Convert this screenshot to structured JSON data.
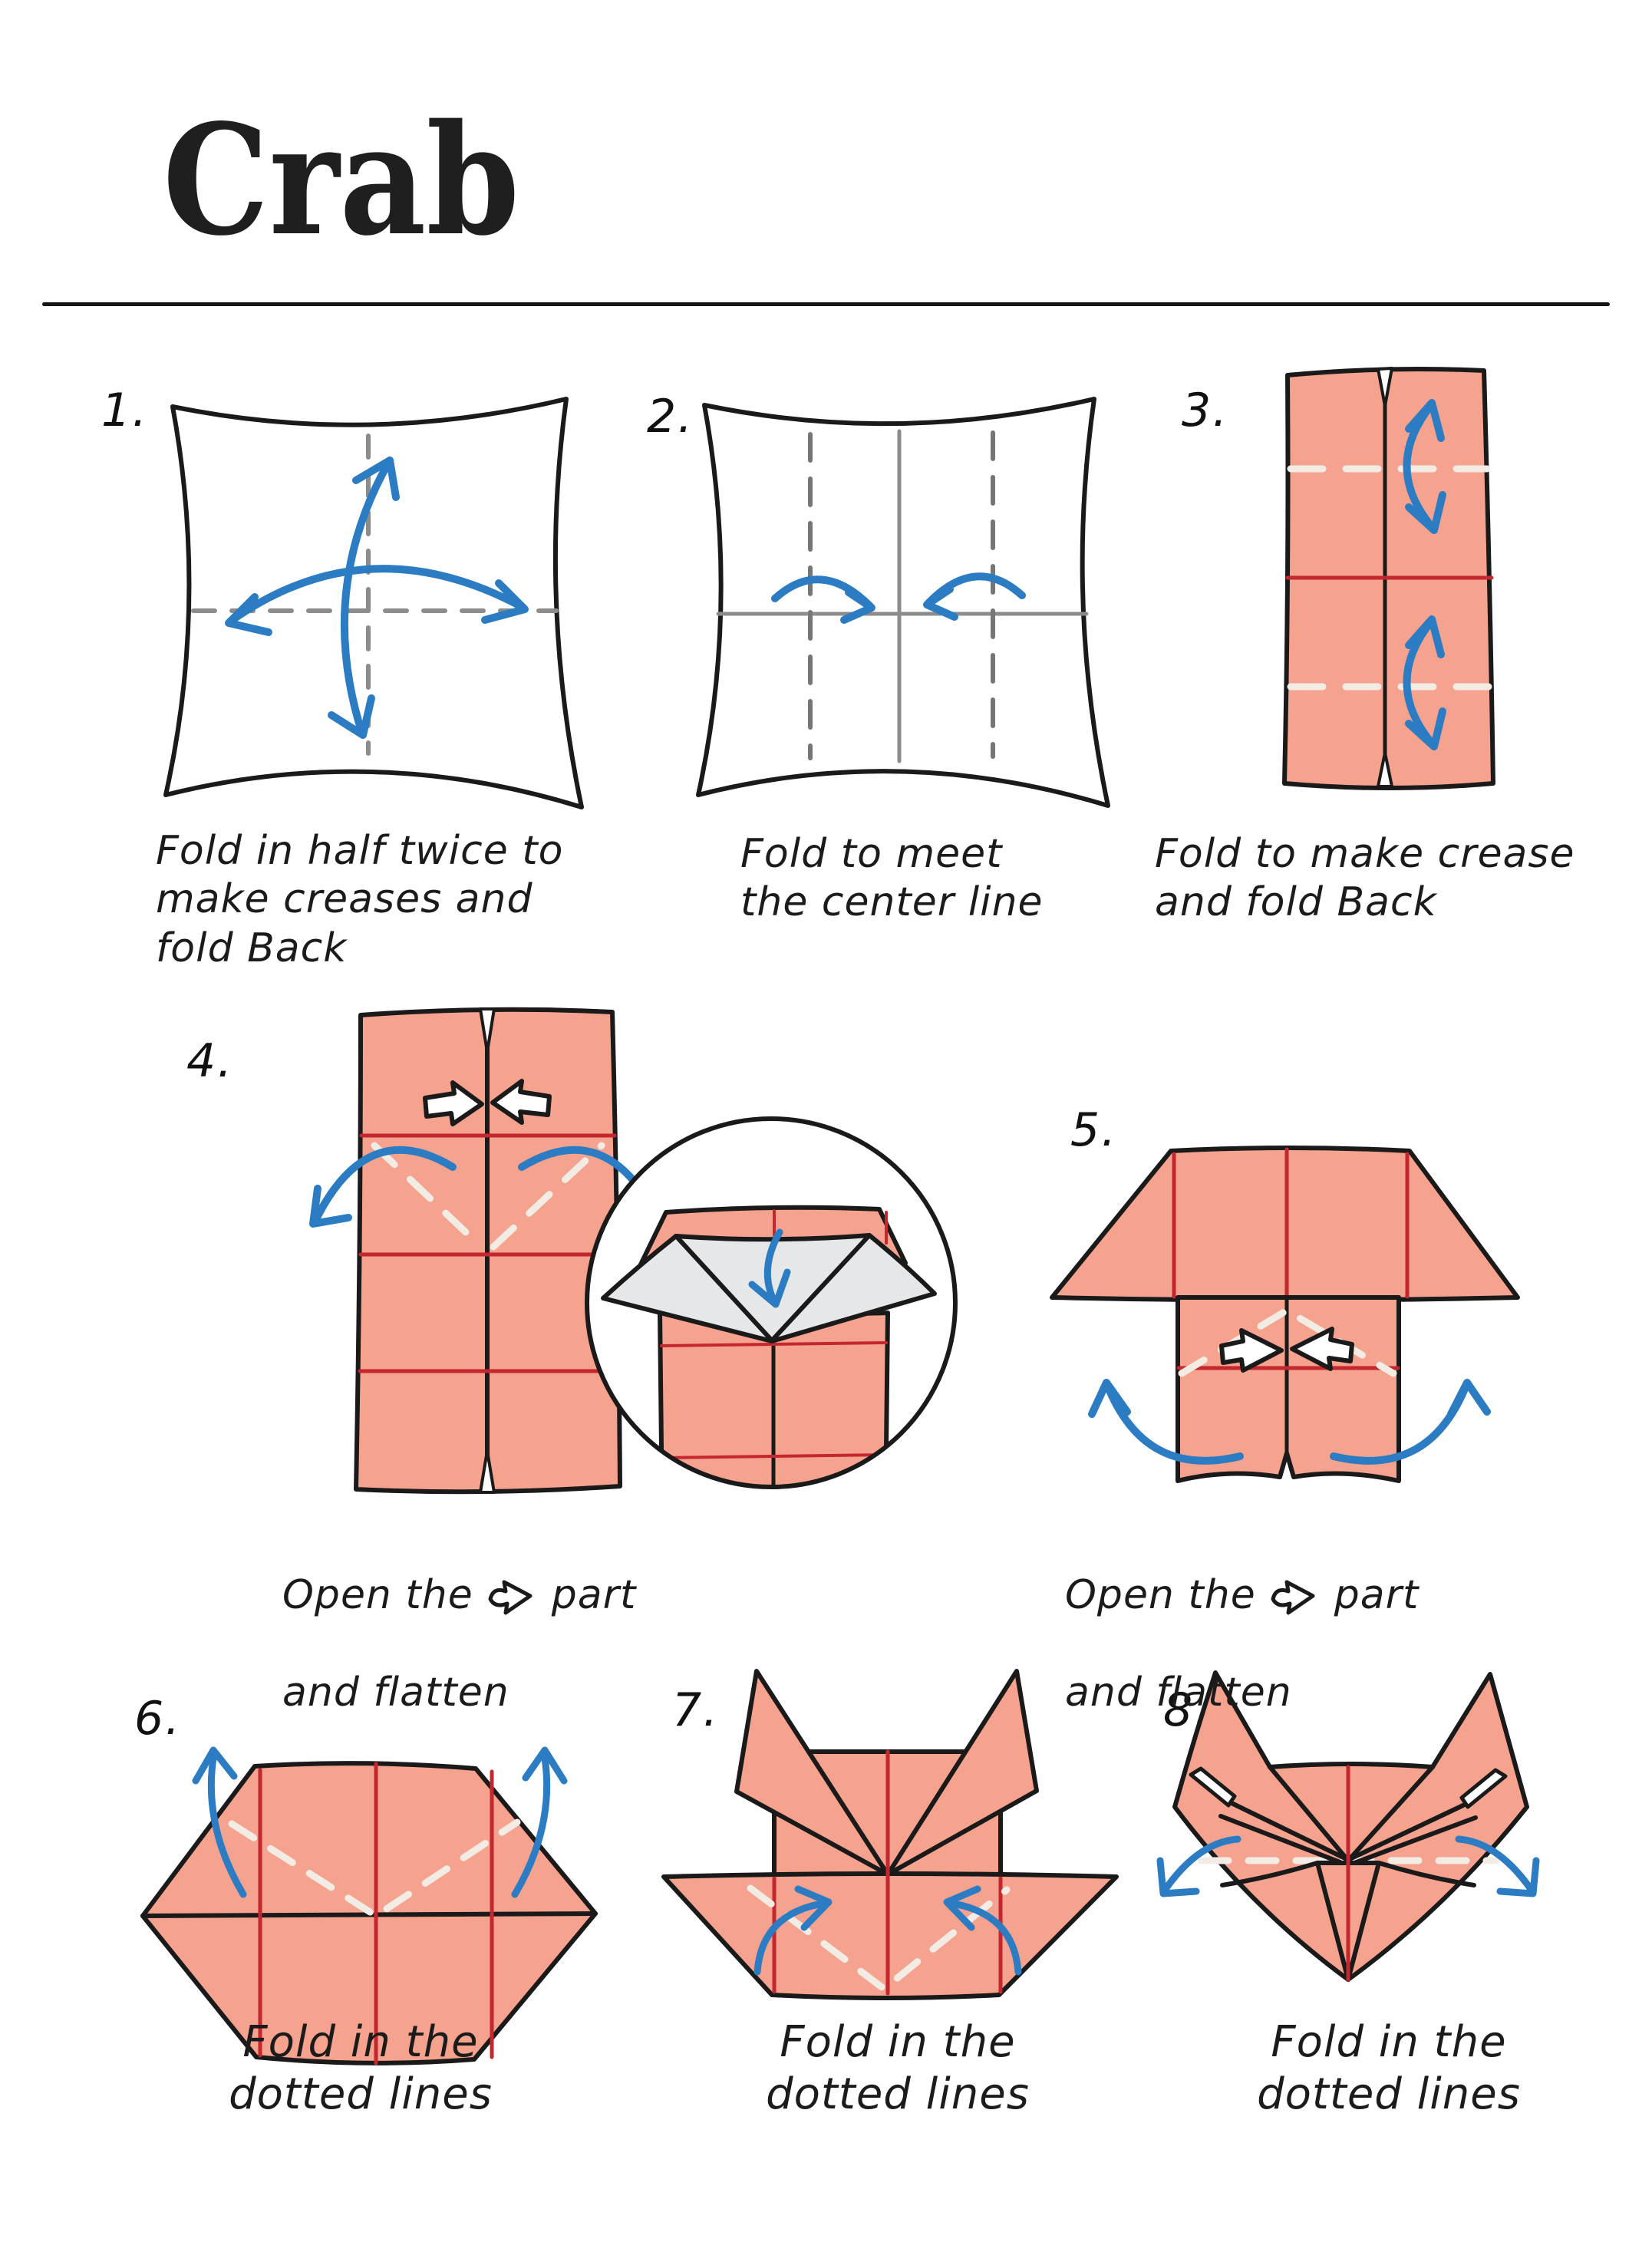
{
  "page": {
    "title": "Crab"
  },
  "colors": {
    "paper_salmon": "#F5A28E",
    "outline_black": "#1A1A1A",
    "crease_red": "#C4272E",
    "arrow_blue": "#2B7CC2",
    "construction_gray": "#8C8C8C",
    "dashed_white": "#F2ECE4",
    "inner_gray": "#E6E7E8"
  },
  "icons": {
    "push_arrow": "push-arrow-icon",
    "open_arrow": "open-arrow-icon",
    "fold_arrow": "fold-arrow-icon"
  },
  "steps": [
    {
      "number": "1.",
      "caption": "Fold in half twice to\nmake creases and\nfold Back"
    },
    {
      "number": "2.",
      "caption": "Fold to meet\nthe center line"
    },
    {
      "number": "3.",
      "caption": "Fold to make crease\nand fold Back"
    },
    {
      "number": "4.",
      "caption_before": "Open the",
      "caption_after": "part",
      "caption_line2": "and flatten"
    },
    {
      "number": "5.",
      "caption_before": "Open the",
      "caption_after": "part",
      "caption_line2": "and flatten"
    },
    {
      "number": "6.",
      "caption": "Fold in the\ndotted lines"
    },
    {
      "number": "7.",
      "caption": "Fold in the\ndotted lines"
    },
    {
      "number": "8.",
      "caption": "Fold in the\ndotted lines"
    }
  ]
}
